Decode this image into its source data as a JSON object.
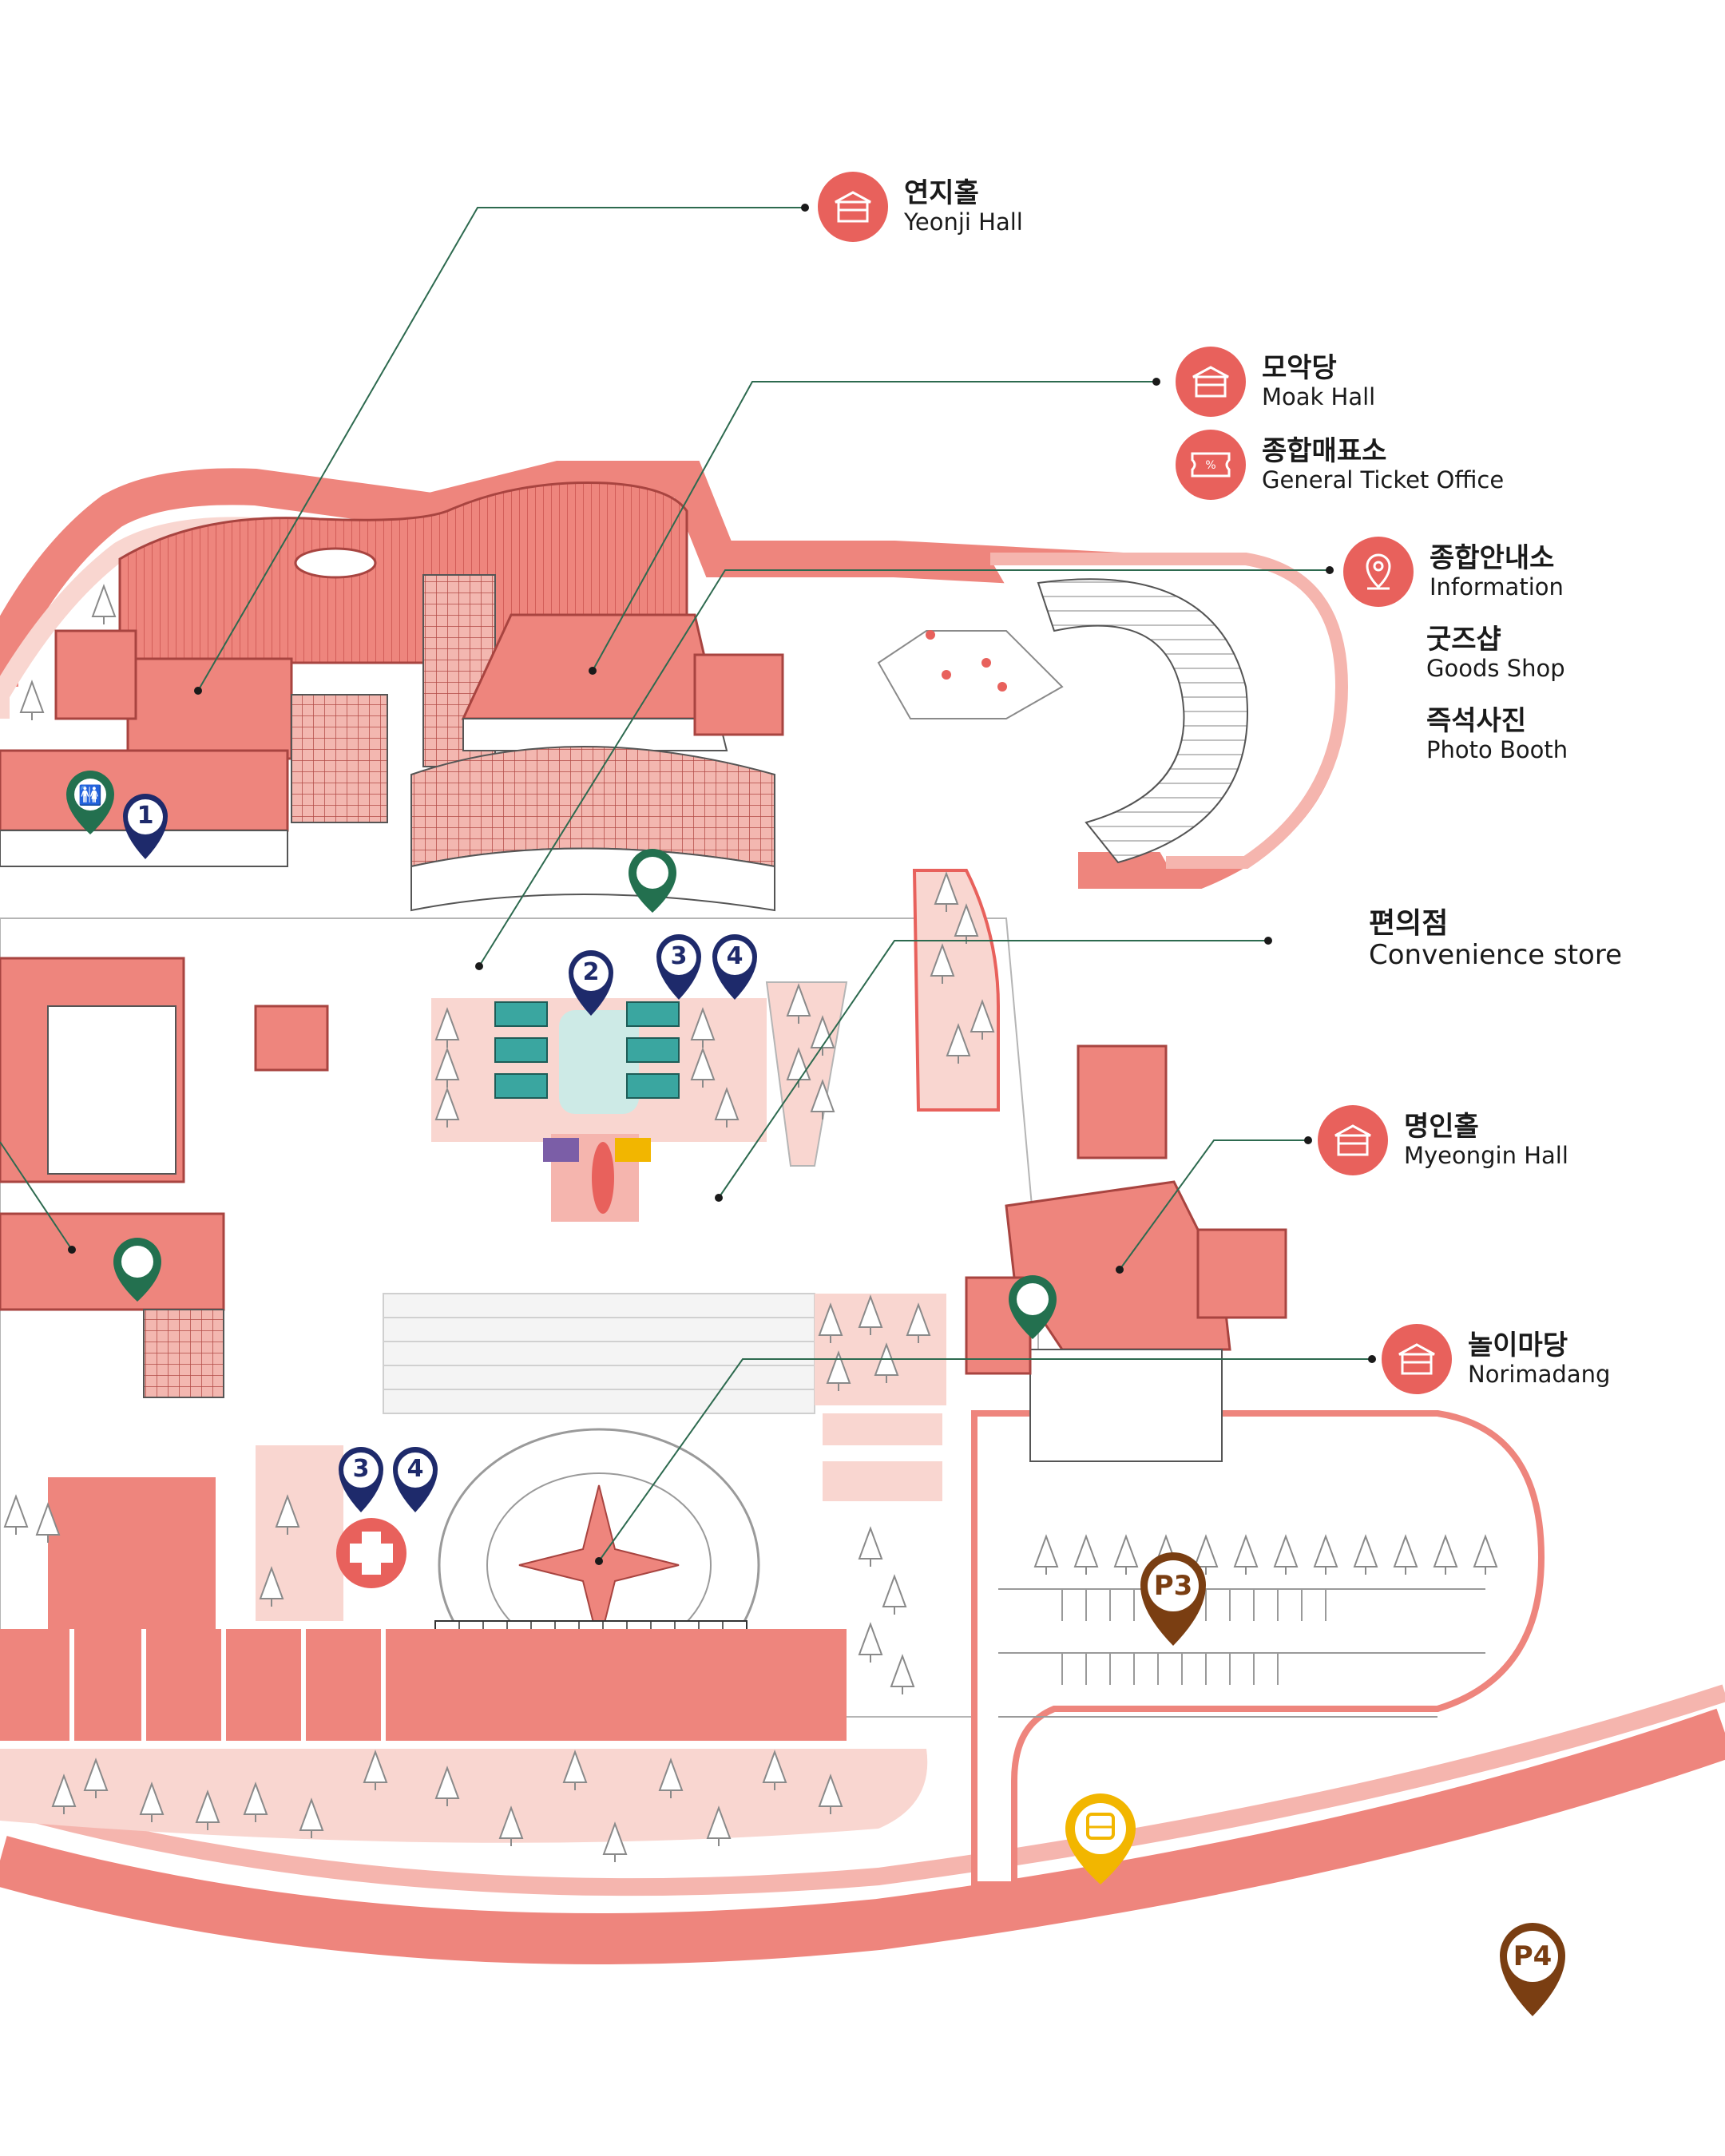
{
  "legend": {
    "yeonji": {
      "ko": "연지홀",
      "en": "Yeonji Hall",
      "icon": "theater-icon"
    },
    "moak": {
      "ko": "모악당",
      "en": "Moak Hall",
      "icon": "theater-icon"
    },
    "ticket": {
      "ko": "종합매표소",
      "en": "General Ticket Office",
      "icon": "ticket-icon"
    },
    "info": {
      "ko": "종합안내소",
      "en": "Information",
      "icon": "location-pin-icon"
    },
    "goods": {
      "ko": "굿즈샵",
      "en": "Goods Shop"
    },
    "photo": {
      "ko": "즉석사진",
      "en": "Photo Booth"
    },
    "convenience": {
      "ko": "편의점",
      "en": "Convenience store"
    },
    "myeongin": {
      "ko": "명인홀",
      "en": "Myeongin Hall",
      "icon": "theater-icon"
    },
    "norimadang": {
      "ko": "놀이마당",
      "en": "Norimadang",
      "icon": "theater-icon"
    }
  },
  "markers": {
    "num1": "1",
    "num2": "2",
    "num3a": "3",
    "num4a": "4",
    "num3b": "3",
    "num4b": "4",
    "p3": "P3",
    "p4": "P4"
  },
  "icons": {
    "restroom": "restroom-icon",
    "first_aid": "first-aid-icon",
    "bus": "bus-icon",
    "parking": "parking-icon"
  },
  "colors": {
    "accent_red": "#e8615c",
    "salmon": "#ee857d",
    "light_pink": "#f9d6d0",
    "navy": "#1e2a6b",
    "green": "#23704f",
    "brown": "#7a3e12",
    "bus_yellow": "#f2b600",
    "leader_line": "#2d6a4f"
  }
}
